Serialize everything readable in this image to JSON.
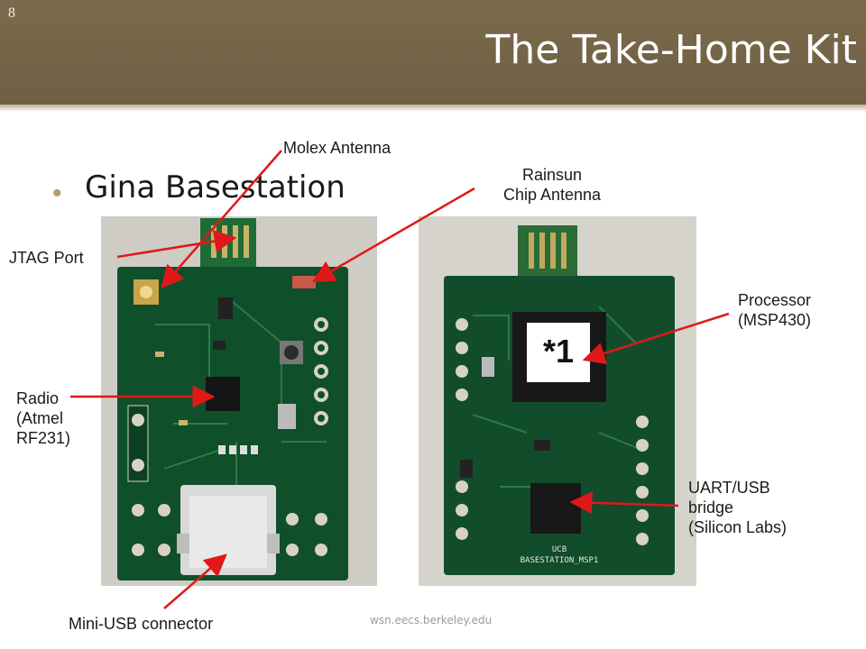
{
  "slide": {
    "number": "8",
    "title": "The Take-Home Kit",
    "bullet": "Gina Basestation",
    "footer": "wsn.eecs.berkeley.edu"
  },
  "labels": {
    "molex_antenna": "Molex Antenna",
    "rainsun_line1": "Rainsun",
    "rainsun_line2": "Chip Antenna",
    "jtag_port": "JTAG Port",
    "processor_line1": "Processor",
    "processor_line2": "(MSP430)",
    "radio_line1": "Radio",
    "radio_line2": "(Atmel",
    "radio_line3": "RF231)",
    "uart_line1": "UART/USB",
    "uart_line2": "bridge",
    "uart_line3": "(Silicon Labs)",
    "mini_usb": "Mini-USB connector"
  },
  "board_markings": {
    "chip_label": "*1",
    "silkscreen_1": "UCB",
    "silkscreen_2": "BASESTATION_MSP1"
  },
  "colors": {
    "header": "#74644a",
    "bullet": "#b59a69",
    "pcb_green": "#0f4f2a",
    "arrow": "#e01818"
  }
}
